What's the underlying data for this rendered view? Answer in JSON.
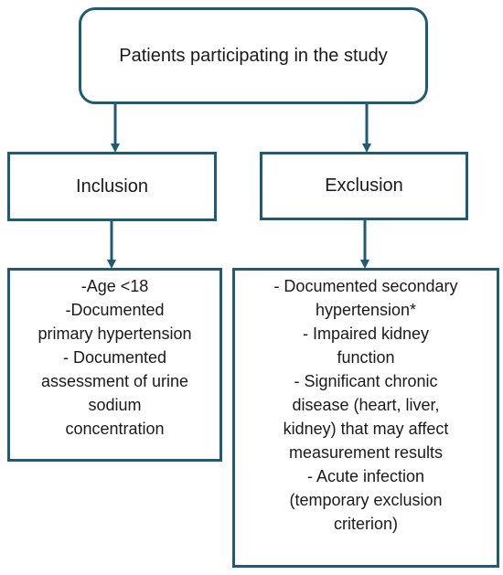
{
  "flowchart": {
    "top_box": {
      "label": "Patients participating in the study"
    },
    "inclusion": {
      "label": "Inclusion",
      "criteria_lines": [
        "-Age <18",
        "-Documented",
        "primary hypertension",
        "- Documented",
        "assessment of urine",
        "sodium",
        "concentration"
      ]
    },
    "exclusion": {
      "label": "Exclusion",
      "criteria_lines": [
        "- Documented secondary",
        "hypertension*",
        "-    Impaired kidney",
        "function",
        "-    Significant chronic",
        "disease (heart, liver,",
        "kidney) that may affect",
        "measurement results",
        "- Acute infection",
        "(temporary exclusion",
        "criterion)"
      ]
    },
    "colors": {
      "border": "#1f5c73",
      "text": "#1a1a1a",
      "background": "#ffffff"
    }
  }
}
